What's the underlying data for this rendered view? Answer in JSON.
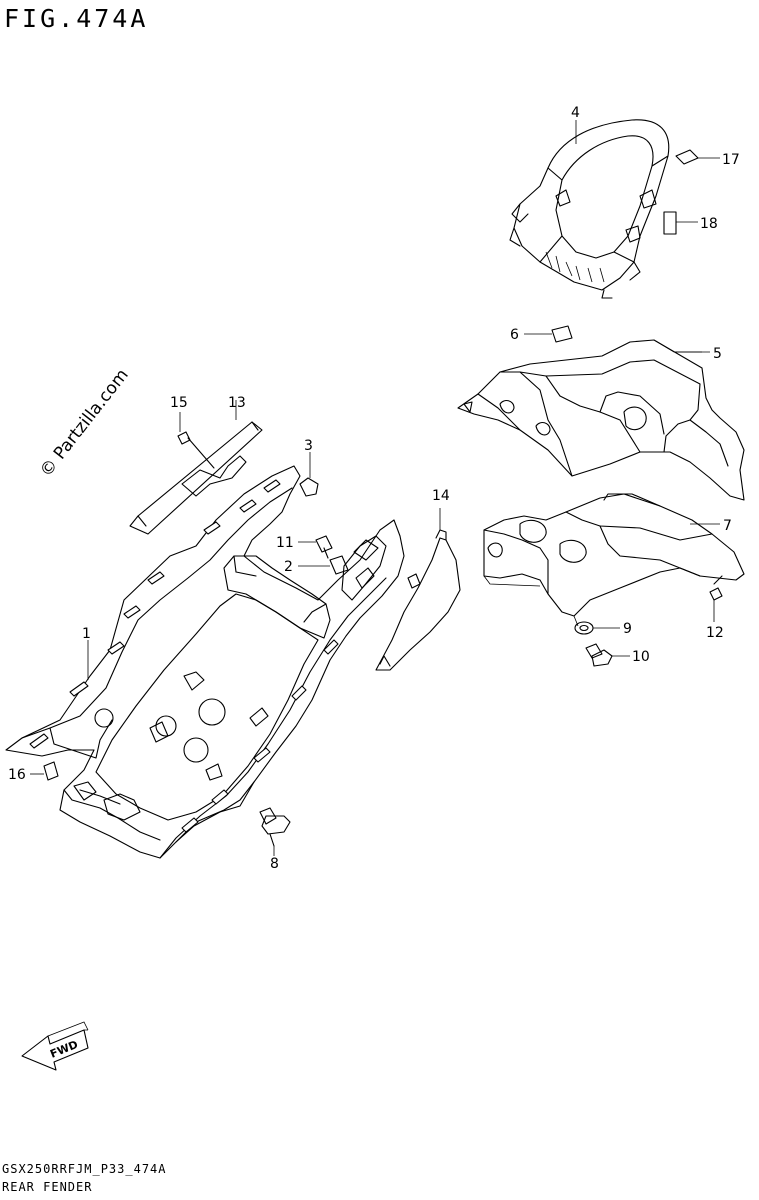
{
  "title": "FIG.474A",
  "watermark": "© Partzilla.com",
  "fwd_label": "FWD",
  "reference_code": "GSX250RRFJM_P33_474A",
  "caption": "REAR FENDER",
  "callouts": [
    "1",
    "2",
    "3",
    "4",
    "5",
    "6",
    "7",
    "8",
    "9",
    "10",
    "11",
    "12",
    "13",
    "14",
    "15",
    "16",
    "17",
    "18"
  ]
}
